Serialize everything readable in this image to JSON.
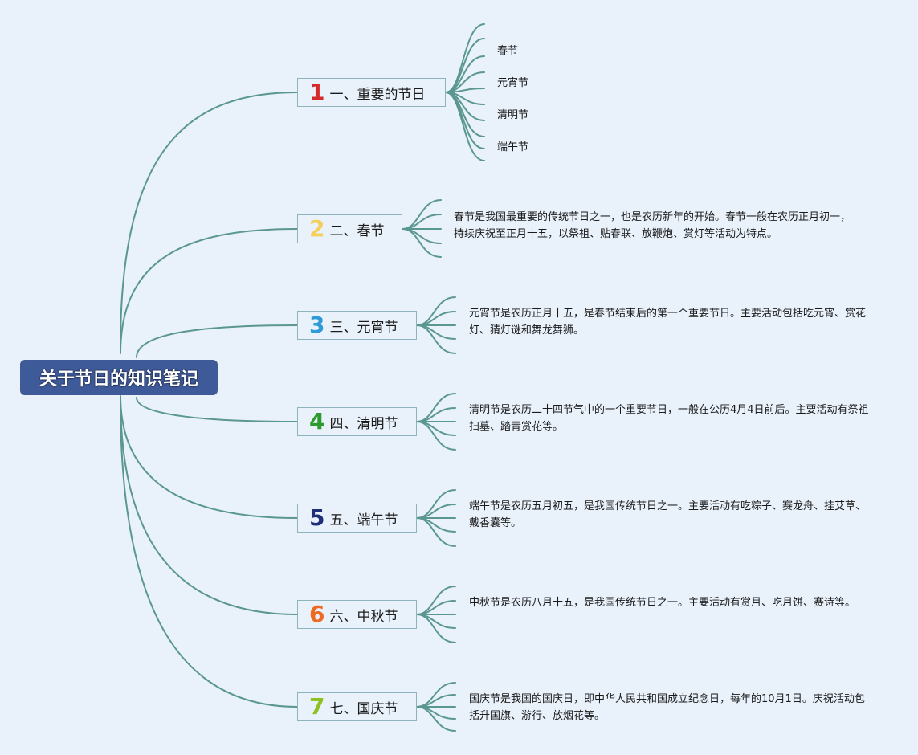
{
  "root": {
    "label": "关于节日的知识笔记"
  },
  "topics": [
    {
      "num": "1",
      "label": "一、重要的节日",
      "color": "#d42a2a"
    },
    {
      "num": "2",
      "label": "二、春节",
      "color": "#f4cf5c"
    },
    {
      "num": "3",
      "label": "三、元宵节",
      "color": "#2d9bd6"
    },
    {
      "num": "4",
      "label": "四、清明节",
      "color": "#2c9a2c"
    },
    {
      "num": "5",
      "label": "五、端午节",
      "color": "#1e2f78"
    },
    {
      "num": "6",
      "label": "六、中秋节",
      "color": "#ee6a22"
    },
    {
      "num": "7",
      "label": "七、国庆节",
      "color": "#8ec01f"
    }
  ],
  "festival_list": [
    "春节",
    "元宵节",
    "清明节",
    "端午节"
  ],
  "notes": {
    "spring": "春节是我国最重要的传统节日之一，也是农历新年的开始。春节一般在农历正月初一，持续庆祝至正月十五，以祭祖、贴春联、放鞭炮、赏灯等活动为特点。",
    "lantern": "元宵节是农历正月十五，是春节结束后的第一个重要节日。主要活动包括吃元宵、赏花灯、猜灯谜和舞龙舞狮。",
    "qingming": "清明节是农历二十四节气中的一个重要节日，一般在公历4月4日前后。主要活动有祭祖扫墓、踏青赏花等。",
    "dragon": "端午节是农历五月初五，是我国传统节日之一。主要活动有吃粽子、赛龙舟、挂艾草、戴香囊等。",
    "midautumn": "中秋节是农历八月十五，是我国传统节日之一。主要活动有赏月、吃月饼、赛诗等。",
    "national": "国庆节是我国的国庆日，即中华人民共和国成立纪念日，每年的10月1日。庆祝活动包括升国旗、游行、放烟花等。"
  },
  "colors": {
    "connector": "#5a9790",
    "root_bg": "#3f5a98",
    "background": "#e9f1fb"
  }
}
